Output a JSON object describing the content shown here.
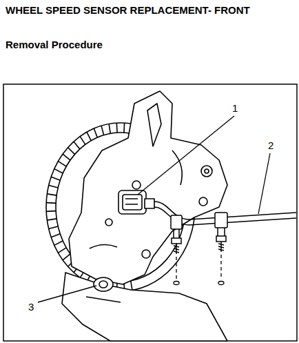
{
  "diagram": {
    "title": "WHEEL SPEED SENSOR REPLACEMENT- FRONT",
    "labels": [
      "Removal Procedure",
      "1",
      "2",
      "3"
    ]
  }
}
